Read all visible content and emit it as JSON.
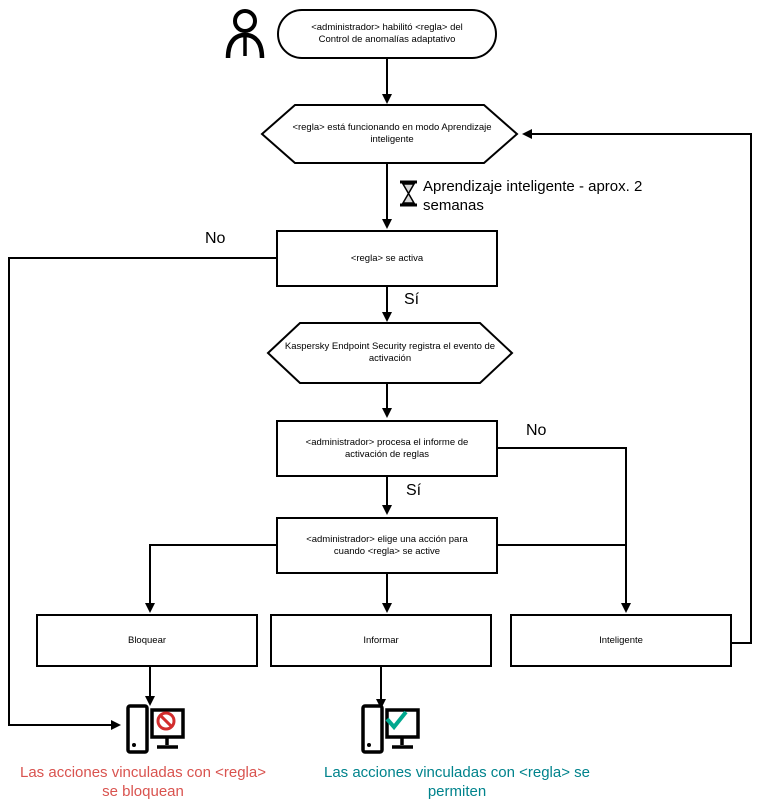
{
  "diagram": {
    "nodes": {
      "enabled_rule": "<administrador> habilitó <regla> del Control de anomalías adaptativo",
      "smart_training_mode": "<regla> está funcionando en modo Aprendizaje inteligente",
      "rule_triggers": "<regla> se activa",
      "registers_event": "Kaspersky Endpoint Security registra el evento de activación",
      "processes_report": "<administrador> procesa el informe de activación de reglas",
      "chooses_action": "<administrador> elige una acción para cuando <regla> se active",
      "action_block": "Bloquear",
      "action_inform": "Informar",
      "action_smart": "Inteligente"
    },
    "edge_labels": {
      "rule_not_triggered": "No",
      "rule_triggered": "Sí",
      "report_not_processed": "No",
      "report_processed": "Sí"
    },
    "annotations": {
      "training_duration": "Aprendizaje inteligente - aprox. 2 semanas"
    },
    "outcomes": {
      "blocked": "Las acciones vinculadas con <regla> se bloquean",
      "allowed": "Las acciones vinculadas con <regla> se permiten"
    },
    "icons": {
      "actor": "person-icon",
      "wait": "hourglass-icon",
      "blocked_pc": "computer-blocked-icon",
      "allowed_pc": "computer-allowed-icon"
    },
    "colors": {
      "line": "#000000",
      "blocked_text": "#d9534f",
      "allowed_text": "#00838c",
      "prohibition_icon": "#d22d2d",
      "check_icon": "#00a88e"
    }
  }
}
